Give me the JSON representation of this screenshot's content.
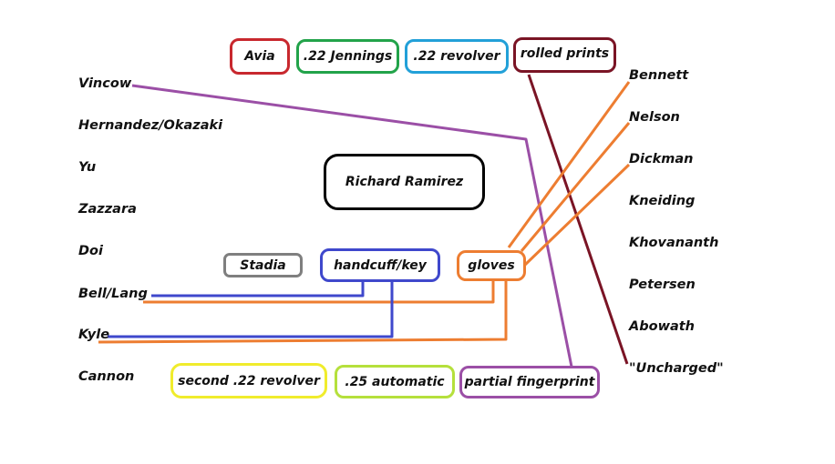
{
  "diagram": {
    "title": "Richard Ramirez",
    "victims_left": [
      {
        "id": "vincow",
        "label": "Vincow"
      },
      {
        "id": "hernandez",
        "label": "Hernandez/Okazaki"
      },
      {
        "id": "yu",
        "label": "Yu"
      },
      {
        "id": "zazzara",
        "label": "Zazzara"
      },
      {
        "id": "doi",
        "label": "Doi"
      },
      {
        "id": "bell",
        "label": "Bell/Lang"
      },
      {
        "id": "kyle",
        "label": "Kyle"
      },
      {
        "id": "cannon",
        "label": "Cannon"
      }
    ],
    "victims_right": [
      {
        "id": "bennett",
        "label": "Bennett"
      },
      {
        "id": "nelson",
        "label": "Nelson"
      },
      {
        "id": "dickman",
        "label": "Dickman"
      },
      {
        "id": "kneiding",
        "label": "Kneiding"
      },
      {
        "id": "khovananth",
        "label": "Khovananth"
      },
      {
        "id": "petersen",
        "label": "Petersen"
      },
      {
        "id": "abowath",
        "label": "Abowath"
      },
      {
        "id": "uncharged",
        "label": "\"Uncharged\""
      }
    ],
    "evidence": [
      {
        "id": "avia",
        "label": "Avia",
        "color": "#c8282e"
      },
      {
        "id": "jennings",
        "label": ".22 Jennings",
        "color": "#22a34a"
      },
      {
        "id": "revolver22",
        "label": ".22 revolver",
        "color": "#22a0d8"
      },
      {
        "id": "rolled_prints",
        "label": "rolled prints",
        "color": "#7a1425"
      },
      {
        "id": "stadia",
        "label": "Stadia",
        "color": "#7f7f7f"
      },
      {
        "id": "handcuff",
        "label": "handcuff/key",
        "color": "#3f48cc"
      },
      {
        "id": "gloves",
        "label": "gloves",
        "color": "#ed7d31"
      },
      {
        "id": "second_revolver",
        "label": "second .22 revolver",
        "color": "#f0ec2c"
      },
      {
        "id": "automatic25",
        "label": ".25 automatic",
        "color": "#b5e03c"
      },
      {
        "id": "partial_fingerprint",
        "label": "partial fingerprint",
        "color": "#9b4fa6"
      }
    ],
    "central_box_color": "#000000",
    "links": [
      {
        "from": "partial_fingerprint",
        "to": "vincow",
        "color": "#9b4fa6"
      },
      {
        "from": "rolled_prints",
        "to": "uncharged",
        "color": "#7a1425"
      },
      {
        "from": "gloves",
        "to": "bennett",
        "color": "#ed7d31"
      },
      {
        "from": "gloves",
        "to": "nelson",
        "color": "#ed7d31"
      },
      {
        "from": "gloves",
        "to": "dickman",
        "color": "#ed7d31"
      },
      {
        "from": "gloves",
        "to": "bell",
        "color": "#ed7d31"
      },
      {
        "from": "gloves",
        "to": "kyle",
        "color": "#ed7d31"
      },
      {
        "from": "handcuff",
        "to": "bell",
        "color": "#3f48cc"
      },
      {
        "from": "handcuff",
        "to": "kyle",
        "color": "#3f48cc"
      }
    ]
  }
}
